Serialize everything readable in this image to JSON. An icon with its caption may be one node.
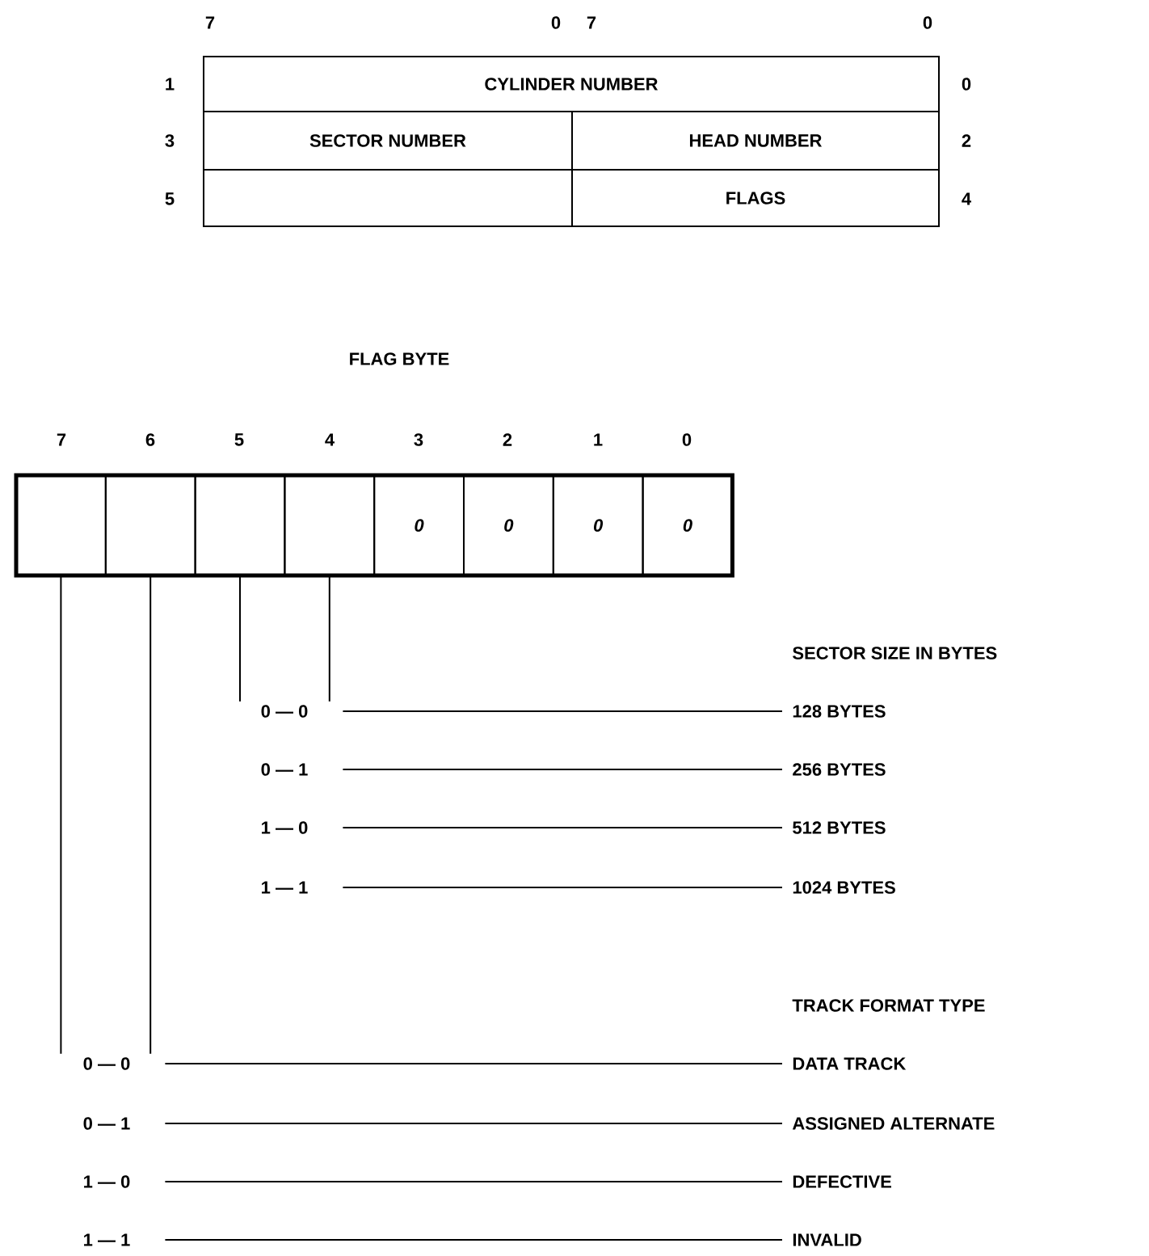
{
  "diagram": {
    "nodes": [
      {
        "text": [
          "CYLINDER NUMBER"
        ]
      },
      {
        "text": [
          "SECTOR NUMBER"
        ]
      },
      {
        "text": [
          "HEAD NUMBER"
        ]
      },
      {
        "text": [],
        "shape": "box"
      },
      {
        "text": [
          "FLAGS"
        ]
      },
      {
        "text": [],
        "shape": "box"
      },
      {
        "text": [],
        "shape": "box"
      },
      {
        "text": [],
        "shape": "box"
      },
      {
        "text": [],
        "shape": "box"
      },
      {
        "text": [
          "0"
        ]
      },
      {
        "text": [
          "0"
        ]
      },
      {
        "text": [
          "0"
        ]
      },
      {
        "text": [
          "0"
        ]
      },
      {
        "text": [
          "0 — 0"
        ]
      },
      {
        "text": [
          "0 — 1"
        ]
      },
      {
        "text": [
          "1 — 0"
        ]
      },
      {
        "text": [
          "1 — 1"
        ]
      },
      {
        "text": [
          "128 BYTES"
        ]
      },
      {
        "text": [
          "256 BYTES"
        ]
      },
      {
        "text": [
          "512 BYTES"
        ]
      },
      {
        "text": [
          "1024 BYTES"
        ]
      },
      {
        "text": [
          "0 — 0"
        ]
      },
      {
        "text": [
          "0 — 1"
        ]
      },
      {
        "text": [
          "1 — 0"
        ]
      },
      {
        "text": [
          "1 — 1"
        ]
      },
      {
        "text": [
          "DATA TRACK"
        ]
      },
      {
        "text": [
          "ASSIGNED ALTERNATE"
        ]
      },
      {
        "text": [
          "DEFECTIVE"
        ]
      },
      {
        "text": [
          "INVALID"
        ]
      }
    ],
    "edges": [
      {
        "from": 7,
        "to": 13,
        "arrow": "none"
      },
      {
        "from": 8,
        "to": 13,
        "arrow": "none"
      },
      {
        "from": 13,
        "to": 17,
        "arrow": "none"
      },
      {
        "from": 14,
        "to": 18,
        "arrow": "none"
      },
      {
        "from": 15,
        "to": 19,
        "arrow": "none"
      },
      {
        "from": 16,
        "to": 20,
        "arrow": "none"
      },
      {
        "from": 5,
        "to": 21,
        "arrow": "none"
      },
      {
        "from": 6,
        "to": 21,
        "arrow": "none"
      },
      {
        "from": 21,
        "to": 25,
        "arrow": "none"
      },
      {
        "from": 22,
        "to": 26,
        "arrow": "none"
      },
      {
        "from": 23,
        "to": 27,
        "arrow": "none"
      },
      {
        "from": 24,
        "to": 28,
        "arrow": "none"
      }
    ],
    "labels": [
      "7",
      "0",
      "7",
      "0",
      "1",
      "0",
      "3",
      "2",
      "5",
      "4",
      "FLAG BYTE",
      "7",
      "6",
      "5",
      "4",
      "3",
      "2",
      "1",
      "0",
      "SECTOR SIZE IN BYTES",
      "TRACK FORMAT TYPE"
    ]
  }
}
